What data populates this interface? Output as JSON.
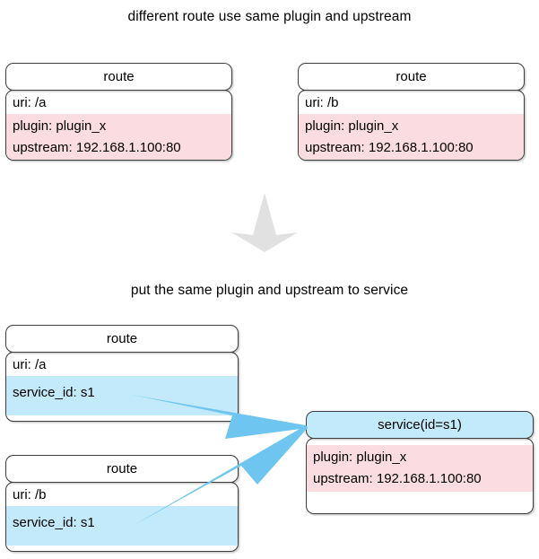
{
  "captions": {
    "top": "different route use same plugin and upstream",
    "bottom": "put the same plugin and upstream to service"
  },
  "colors": {
    "plugin_upstream_highlight": "#fbdde1",
    "service_highlight": "#c3eafa",
    "arrow_blue": "#6ec6f0",
    "arrow_gray": "#e0e0e0",
    "border": "#3d3d3d",
    "background": "#ffffff"
  },
  "before": {
    "route_a": {
      "title": "route",
      "uri": "uri: /a",
      "plugin": "plugin: plugin_x",
      "upstream": "upstream: 192.168.1.100:80"
    },
    "route_b": {
      "title": "route",
      "uri": "uri: /b",
      "plugin": "plugin: plugin_x",
      "upstream": "upstream: 192.168.1.100:80"
    }
  },
  "transform_arrow": {
    "icon": "down-arrow-icon",
    "direction": "down"
  },
  "after": {
    "route_a": {
      "title": "route",
      "uri": "uri: /a",
      "service_id": "service_id: s1"
    },
    "route_b": {
      "title": "route",
      "uri": "uri: /b",
      "service_id": "service_id: s1"
    },
    "service": {
      "title": "service(id=s1)",
      "plugin": "plugin: plugin_x",
      "upstream": "upstream: 192.168.1.100:80"
    },
    "links": [
      {
        "icon": "arrow-right-icon",
        "from": "route_a",
        "to": "service"
      },
      {
        "icon": "arrow-right-icon",
        "from": "route_b",
        "to": "service"
      }
    ]
  }
}
